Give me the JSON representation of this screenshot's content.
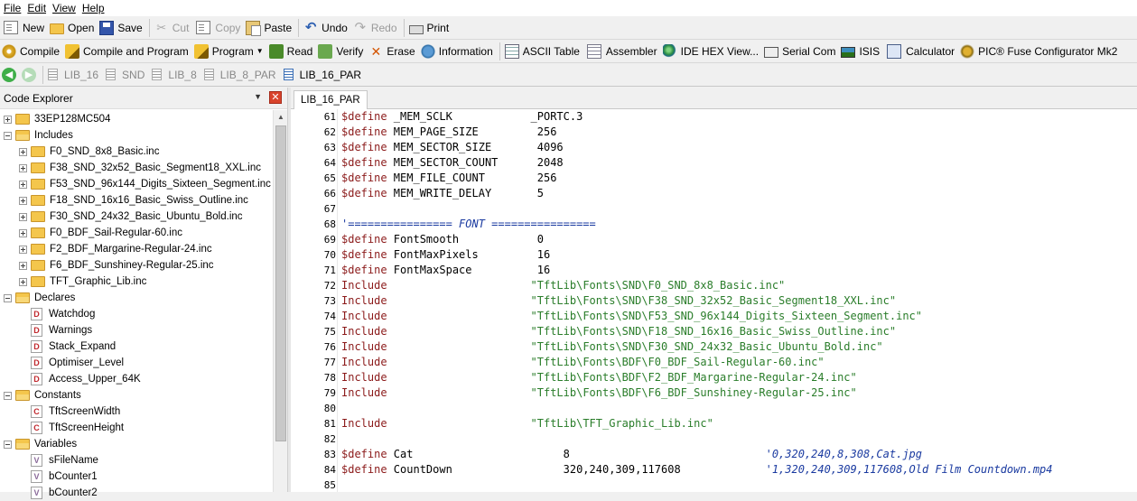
{
  "menu": [
    "File",
    "Edit",
    "View",
    "Help"
  ],
  "toolbar_main": [
    {
      "label": "New",
      "icon": "new-file-icon",
      "enabled": true
    },
    {
      "label": "Open",
      "icon": "open-folder-icon",
      "enabled": true
    },
    {
      "label": "Save",
      "icon": "save-icon",
      "enabled": true
    },
    {
      "label": "Cut",
      "icon": "scissors-icon",
      "enabled": false
    },
    {
      "label": "Copy",
      "icon": "copy-icon",
      "enabled": false
    },
    {
      "label": "Paste",
      "icon": "paste-icon",
      "enabled": true
    },
    {
      "label": "Undo",
      "icon": "undo-icon",
      "enabled": true
    },
    {
      "label": "Redo",
      "icon": "redo-icon",
      "enabled": false
    },
    {
      "label": "Print",
      "icon": "printer-icon",
      "enabled": true
    }
  ],
  "toolbar_tools": [
    {
      "label": "Compile",
      "icon": "compile-gear-icon"
    },
    {
      "label": "Compile and Program",
      "icon": "compile-program-icon"
    },
    {
      "label": "Program",
      "icon": "program-icon",
      "dropdown": true
    },
    {
      "label": "Read",
      "icon": "read-chip-icon"
    },
    {
      "label": "Verify",
      "icon": "verify-chip-icon"
    },
    {
      "label": "Erase",
      "icon": "erase-icon"
    },
    {
      "label": "Information",
      "icon": "information-icon"
    },
    {
      "label": "ASCII Table",
      "icon": "ascii-table-icon"
    },
    {
      "label": "Assembler",
      "icon": "assembler-icon"
    },
    {
      "label": "IDE HEX View...",
      "icon": "hex-view-icon"
    },
    {
      "label": "Serial Com",
      "icon": "serial-com-icon"
    },
    {
      "label": "ISIS",
      "icon": "isis-icon"
    },
    {
      "label": "Calculator",
      "icon": "calculator-icon"
    },
    {
      "label": "PIC® Fuse Configurator Mk2",
      "icon": "fuse-configurator-icon"
    }
  ],
  "nav_tabs": [
    {
      "label": "LIB_16",
      "active": false
    },
    {
      "label": "SND",
      "active": false
    },
    {
      "label": "LIB_8",
      "active": false
    },
    {
      "label": "LIB_8_PAR",
      "active": false
    },
    {
      "label": "LIB_16_PAR",
      "active": true
    }
  ],
  "explorer": {
    "title": "Code Explorer",
    "tree": [
      {
        "level": 0,
        "type": "folder",
        "expander": "plus",
        "label": "33EP128MC504"
      },
      {
        "level": 0,
        "type": "folder",
        "expander": "minus",
        "label": "Includes"
      },
      {
        "level": 1,
        "type": "folder",
        "expander": "plus",
        "label": "F0_SND_8x8_Basic.inc"
      },
      {
        "level": 1,
        "type": "folder",
        "expander": "plus",
        "label": "F38_SND_32x52_Basic_Segment18_XXL.inc"
      },
      {
        "level": 1,
        "type": "folder",
        "expander": "plus",
        "label": "F53_SND_96x144_Digits_Sixteen_Segment.inc"
      },
      {
        "level": 1,
        "type": "folder",
        "expander": "plus",
        "label": "F18_SND_16x16_Basic_Swiss_Outline.inc"
      },
      {
        "level": 1,
        "type": "folder",
        "expander": "plus",
        "label": "F30_SND_24x32_Basic_Ubuntu_Bold.inc"
      },
      {
        "level": 1,
        "type": "folder",
        "expander": "plus",
        "label": "F0_BDF_Sail-Regular-60.inc"
      },
      {
        "level": 1,
        "type": "folder",
        "expander": "plus",
        "label": "F2_BDF_Margarine-Regular-24.inc"
      },
      {
        "level": 1,
        "type": "folder",
        "expander": "plus",
        "label": "F6_BDF_Sunshiney-Regular-25.inc"
      },
      {
        "level": 1,
        "type": "folder",
        "expander": "plus",
        "label": "TFT_Graphic_Lib.inc"
      },
      {
        "level": 0,
        "type": "folder",
        "expander": "minus",
        "label": "Declares"
      },
      {
        "level": 1,
        "type": "D",
        "label": "Watchdog"
      },
      {
        "level": 1,
        "type": "D",
        "label": "Warnings"
      },
      {
        "level": 1,
        "type": "D",
        "label": "Stack_Expand"
      },
      {
        "level": 1,
        "type": "D",
        "label": "Optimiser_Level"
      },
      {
        "level": 1,
        "type": "D",
        "label": "Access_Upper_64K"
      },
      {
        "level": 0,
        "type": "folder",
        "expander": "minus",
        "label": "Constants"
      },
      {
        "level": 1,
        "type": "C",
        "label": "TftScreenWidth"
      },
      {
        "level": 1,
        "type": "C",
        "label": "TftScreenHeight"
      },
      {
        "level": 0,
        "type": "folder",
        "expander": "minus",
        "label": "Variables"
      },
      {
        "level": 1,
        "type": "V",
        "label": "sFileName"
      },
      {
        "level": 1,
        "type": "V",
        "label": "bCounter1"
      },
      {
        "level": 1,
        "type": "V",
        "label": "bCounter2"
      }
    ]
  },
  "editor": {
    "tab": "LIB_16_PAR",
    "lines": [
      {
        "n": "61",
        "parts": [
          [
            "kw",
            "$define "
          ],
          [
            "plain",
            "_MEM_SCLK            _PORTC.3"
          ]
        ]
      },
      {
        "n": "62",
        "parts": [
          [
            "kw",
            "$define "
          ],
          [
            "plain",
            "MEM_PAGE_SIZE         256"
          ]
        ]
      },
      {
        "n": "63",
        "parts": [
          [
            "kw",
            "$define "
          ],
          [
            "plain",
            "MEM_SECTOR_SIZE       4096"
          ]
        ]
      },
      {
        "n": "64",
        "parts": [
          [
            "kw",
            "$define "
          ],
          [
            "plain",
            "MEM_SECTOR_COUNT      2048"
          ]
        ]
      },
      {
        "n": "65",
        "parts": [
          [
            "kw",
            "$define "
          ],
          [
            "plain",
            "MEM_FILE_COUNT        256"
          ]
        ]
      },
      {
        "n": "66",
        "parts": [
          [
            "kw",
            "$define "
          ],
          [
            "plain",
            "MEM_WRITE_DELAY       5"
          ]
        ]
      },
      {
        "n": "67",
        "parts": []
      },
      {
        "n": "68",
        "parts": [
          [
            "cmt",
            "'================ FONT ================"
          ]
        ]
      },
      {
        "n": "69",
        "parts": [
          [
            "kw",
            "$define "
          ],
          [
            "plain",
            "FontSmooth            0"
          ]
        ]
      },
      {
        "n": "70",
        "parts": [
          [
            "kw",
            "$define "
          ],
          [
            "plain",
            "FontMaxPixels         16"
          ]
        ]
      },
      {
        "n": "71",
        "parts": [
          [
            "kw",
            "$define "
          ],
          [
            "plain",
            "FontMaxSpace          16"
          ]
        ]
      },
      {
        "n": "72",
        "parts": [
          [
            "dr",
            "Include                      "
          ],
          [
            "str",
            "\"TftLib\\Fonts\\SND\\F0_SND_8x8_Basic.inc\""
          ]
        ]
      },
      {
        "n": "73",
        "parts": [
          [
            "dr",
            "Include                      "
          ],
          [
            "str",
            "\"TftLib\\Fonts\\SND\\F38_SND_32x52_Basic_Segment18_XXL.inc\""
          ]
        ]
      },
      {
        "n": "74",
        "parts": [
          [
            "dr",
            "Include                      "
          ],
          [
            "str",
            "\"TftLib\\Fonts\\SND\\F53_SND_96x144_Digits_Sixteen_Segment.inc\""
          ]
        ]
      },
      {
        "n": "75",
        "parts": [
          [
            "dr",
            "Include                      "
          ],
          [
            "str",
            "\"TftLib\\Fonts\\SND\\F18_SND_16x16_Basic_Swiss_Outline.inc\""
          ]
        ]
      },
      {
        "n": "76",
        "parts": [
          [
            "dr",
            "Include                      "
          ],
          [
            "str",
            "\"TftLib\\Fonts\\SND\\F30_SND_24x32_Basic_Ubuntu_Bold.inc\""
          ]
        ]
      },
      {
        "n": "77",
        "parts": [
          [
            "dr",
            "Include                      "
          ],
          [
            "str",
            "\"TftLib\\Fonts\\BDF\\F0_BDF_Sail-Regular-60.inc\""
          ]
        ]
      },
      {
        "n": "78",
        "parts": [
          [
            "dr",
            "Include                      "
          ],
          [
            "str",
            "\"TftLib\\Fonts\\BDF\\F2_BDF_Margarine-Regular-24.inc\""
          ]
        ]
      },
      {
        "n": "79",
        "parts": [
          [
            "dr",
            "Include                      "
          ],
          [
            "str",
            "\"TftLib\\Fonts\\BDF\\F6_BDF_Sunshiney-Regular-25.inc\""
          ]
        ]
      },
      {
        "n": "80",
        "parts": []
      },
      {
        "n": "81",
        "parts": [
          [
            "dr",
            "Include                      "
          ],
          [
            "str",
            "\"TftLib\\TFT_Graphic_Lib.inc\""
          ]
        ]
      },
      {
        "n": "82",
        "parts": []
      },
      {
        "n": "83",
        "parts": [
          [
            "kw",
            "$define "
          ],
          [
            "plain",
            "Cat                       8                              "
          ],
          [
            "cmt",
            "'0,320,240,8,308,Cat.jpg"
          ]
        ]
      },
      {
        "n": "84",
        "parts": [
          [
            "kw",
            "$define "
          ],
          [
            "plain",
            "CountDown                 320,240,309,117608             "
          ],
          [
            "cmt",
            "'1,320,240,309,117608,Old Film Countdown.mp4"
          ]
        ]
      },
      {
        "n": "85",
        "parts": []
      }
    ]
  }
}
